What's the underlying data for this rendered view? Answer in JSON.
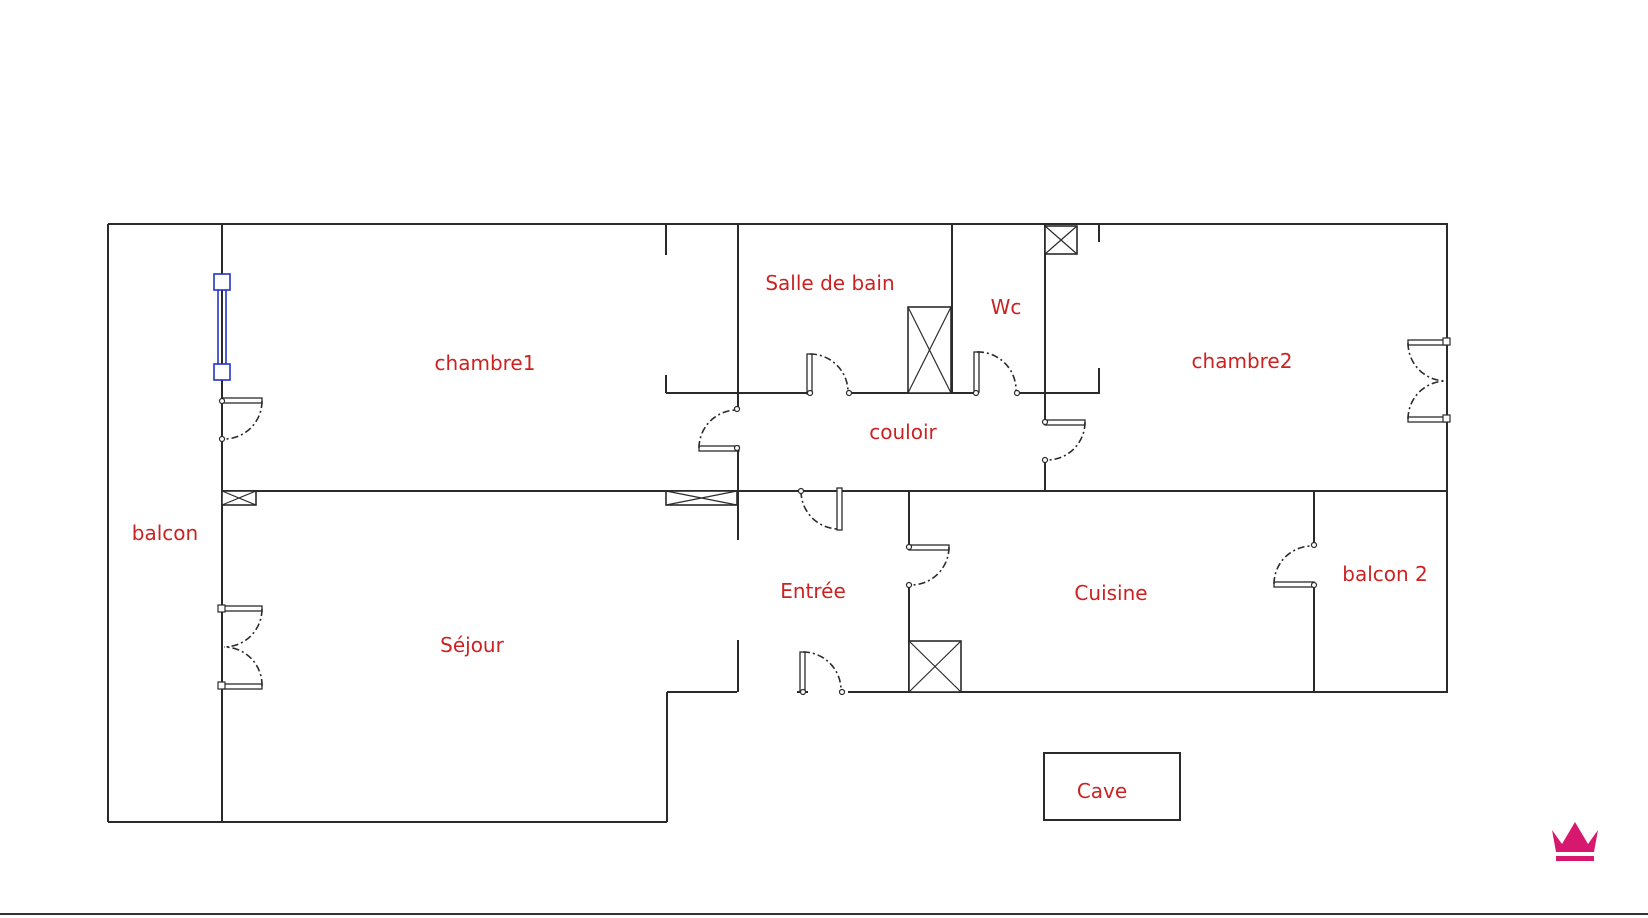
{
  "floor_plan": {
    "rooms": {
      "chambre1": "chambre1",
      "salle_de_bain": "Salle de bain",
      "wc": "Wc",
      "chambre2": "chambre2",
      "couloir": "couloir",
      "balcon": "balcon",
      "entree": "Entrée",
      "cuisine": "Cuisine",
      "balcon2": "balcon 2",
      "sejour": "Séjour",
      "cave": "Cave"
    }
  },
  "colors": {
    "wall": "#2b2b2b",
    "room_label": "#cc2222",
    "selection": "#2233cc",
    "logo": "#d6196e"
  },
  "icons": {
    "logo": "crown-icon"
  }
}
